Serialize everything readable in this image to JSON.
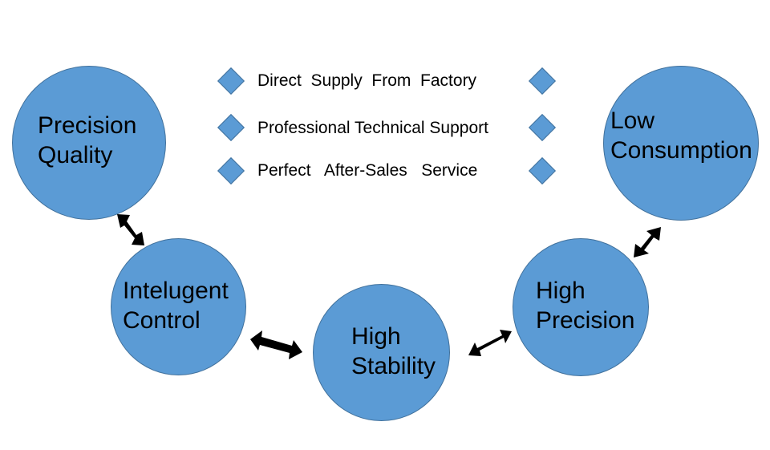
{
  "colors": {
    "circle_fill": "#5b9bd5",
    "circle_stroke": "#41719c",
    "arrow": "#000000",
    "text": "#000000",
    "background": "#ffffff"
  },
  "features": [
    {
      "text": "Direct  Supply  From  Factory"
    },
    {
      "text": "Professional Technical Support"
    },
    {
      "text": "Perfect   After-Sales   Service"
    }
  ],
  "nodes": [
    {
      "id": "precision-quality",
      "line1": "Precision",
      "line2": "Quality"
    },
    {
      "id": "intelligent-control",
      "line1": "Intelugent",
      "line2": "Control"
    },
    {
      "id": "high-stability",
      "line1": "High",
      "line2": "Stability"
    },
    {
      "id": "high-precision",
      "line1": "High",
      "line2": "Precision"
    },
    {
      "id": "low-consumption",
      "line1": "Low",
      "line2": "Consumption"
    }
  ],
  "connectors": [
    {
      "from": "precision-quality",
      "to": "intelligent-control",
      "style": "double-headed-arrow"
    },
    {
      "from": "intelligent-control",
      "to": "high-stability",
      "style": "double-headed-arrow"
    },
    {
      "from": "high-stability",
      "to": "high-precision",
      "style": "double-headed-arrow"
    },
    {
      "from": "high-precision",
      "to": "low-consumption",
      "style": "double-headed-arrow"
    }
  ]
}
